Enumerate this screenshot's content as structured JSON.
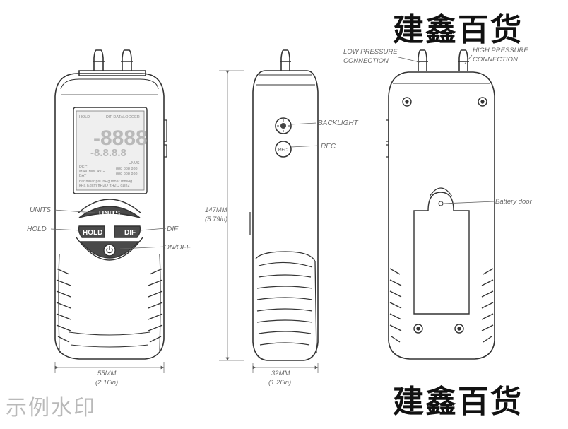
{
  "watermark": {
    "top": "建鑫百货",
    "bottom": "建鑫百货",
    "sample": "示例水印"
  },
  "callouts": {
    "units": "UNITS",
    "hold": "HOLD",
    "dif": "DIF",
    "on_off": "ON/OFF",
    "backlight": "BACKLIGHT",
    "rec": "REC",
    "low_pressure_1": "LOW PRESSURE",
    "low_pressure_2": "CONNECTION",
    "high_pressure_1": "HIGH PRESSURE",
    "high_pressure_2": "CONNECTION",
    "battery_door": "Battery door"
  },
  "dimensions": {
    "width_mm": "55MM",
    "width_in": "(2.16in)",
    "depth_mm": "32MM",
    "depth_in": "(1.26in)",
    "height_mm": "147MM",
    "height_in": "(5.79in)"
  },
  "buttons": {
    "units": "UNITS",
    "hold": "HOLD",
    "dif": "DIF",
    "rec": "REC"
  },
  "lcd": {
    "hold": "HOLD",
    "dif_datalogger": "DIF DATALOGGER",
    "digits": "-8888",
    "small_digits": "-8.8.8.8",
    "unit_label": "UNUS",
    "rec": "REC",
    "max_min_avg": "MAX MIN AVG",
    "bat": "BAT",
    "seg1": "888 888 888",
    "seg2": "888 888 888",
    "units_row1": "bar mbar psi inHg mbar mmHg",
    "units_row2": "kPa Kgcm ftH2O ftH2O ozin2"
  },
  "colors": {
    "outline": "#333333",
    "button": "#4a4a4a",
    "label": "#6a6a6a",
    "lcd": "#efefef"
  }
}
